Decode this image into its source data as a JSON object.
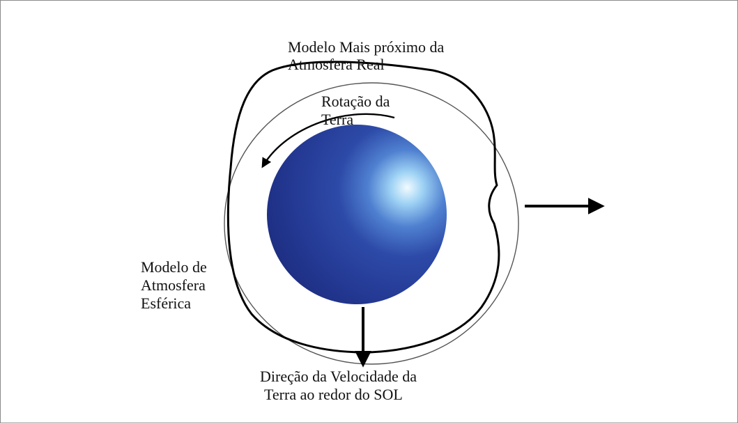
{
  "labels": {
    "real_model": [
      "Modelo Mais próximo da",
      "Atmosfera Real"
    ],
    "rotation": [
      "Rotação da",
      "Terra"
    ],
    "spherical_model": [
      "Modelo de",
      "Atmosfera",
      "Esférica"
    ],
    "velocity": [
      "Direção da Velocidade da",
      "Terra ao redor do SOL"
    ]
  },
  "colors": {
    "earth_dark": "#1f2f86",
    "earth_mid": "#2f4fb0",
    "earth_highlight": "#eef8ff",
    "ink": "#000000",
    "thin_outline": "#555555"
  }
}
